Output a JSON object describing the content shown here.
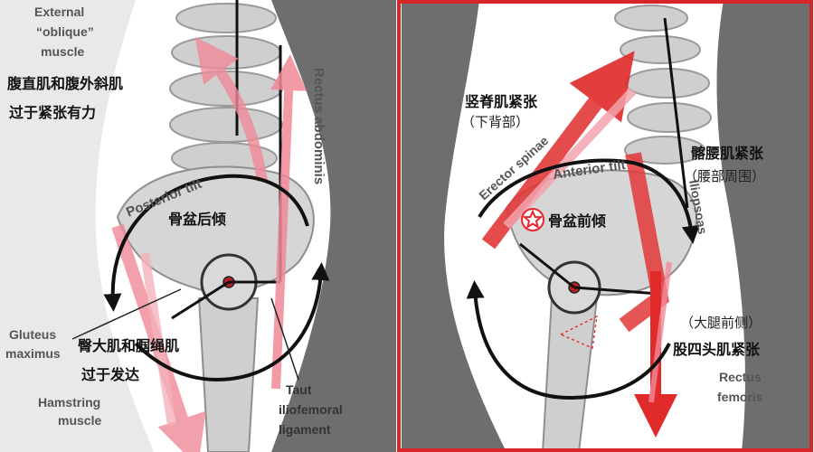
{
  "left_panel": {
    "labels_en": {
      "external_oblique": [
        "External",
        "“oblique”",
        "muscle"
      ],
      "rectus_abdominis": "Rectus abdominis",
      "posterior_tilt": "Posterior tilt",
      "gluteus_maximus": [
        "Gluteus",
        "maximus"
      ],
      "hamstring": [
        "Hamstring",
        "muscle"
      ],
      "taut_ligament": [
        "Taut",
        "iliofemoral",
        "ligament"
      ]
    },
    "labels_zh": {
      "abs_tight": [
        "腹直肌和腹外斜肌",
        "过于紧张有力"
      ],
      "posterior_tilt": "骨盆后倾",
      "glute_ham": [
        "臀大肌和腘绳肌",
        "过于发达"
      ]
    }
  },
  "right_panel": {
    "labels_en": {
      "erector_spinae": "Erector spinae",
      "anterior_tilt": "Anterior tilt",
      "iliopsoas": "Iliopsoas",
      "rectus_femoris": [
        "Rectus",
        "femoris"
      ]
    },
    "labels_zh": {
      "erector_tight": [
        "竖脊肌紧张",
        "（下背部）"
      ],
      "iliopsoas_tight": [
        "髂腰肌紧张",
        "（腰部周围）"
      ],
      "anterior_tilt": "骨盆前倾",
      "quad_tight": [
        "（大腿前侧）",
        "股四头肌紧张"
      ]
    },
    "highlight_color": "#e8262b",
    "star_icon": "star-icon"
  },
  "colors": {
    "body_gray": "#6f6f6f",
    "bone": "#d6d6d6",
    "muscle_pink": "#f2a3ad",
    "muscle_red": "#e23838",
    "frame_red": "#d9252a"
  }
}
